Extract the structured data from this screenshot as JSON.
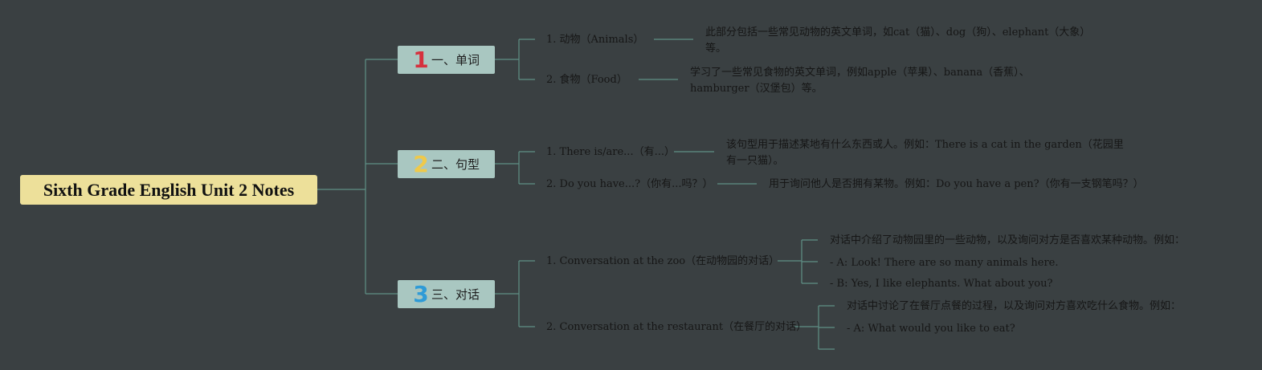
{
  "root": {
    "title": "Sixth Grade English Unit 2 Notes"
  },
  "branches": [
    {
      "number": "1",
      "label": "一、单词",
      "topics": [
        {
          "title": "1. 动物（Animals）",
          "details": [
            "此部分包括一些常见动物的英文单词，如cat（猫）、dog（狗）、elephant（大象）等。"
          ]
        },
        {
          "title": "2. 食物（Food）",
          "details": [
            "学习了一些常见食物的英文单词，例如apple（苹果）、banana（香蕉）、hamburger（汉堡包）等。"
          ]
        }
      ]
    },
    {
      "number": "2",
      "label": "二、句型",
      "topics": [
        {
          "title": "1. There is/are...（有...）",
          "details": [
            "该句型用于描述某地有什么东西或人。例如：There is a cat in the garden（花园里有一只猫）。"
          ]
        },
        {
          "title": "2. Do you have...?（你有...吗？）",
          "details": [
            "用于询问他人是否拥有某物。例如：Do you have a pen?（你有一支钢笔吗？）"
          ]
        }
      ]
    },
    {
      "number": "3",
      "label": "三、对话",
      "topics": [
        {
          "title": "1. Conversation at the zoo（在动物园的对话）",
          "details": [
            "对话中介绍了动物园里的一些动物，以及询问对方是否喜欢某种动物。例如：",
            "- A: Look! There are so many animals here.",
            "- B: Yes, I like elephants. What about you?"
          ]
        },
        {
          "title": "2. Conversation at the restaurant（在餐厅的对话）",
          "details": [
            "对话中讨论了在餐厅点餐的过程，以及询问对方喜欢吃什么食物。例如：",
            "- A: What would you like to eat?",
            ""
          ]
        }
      ]
    }
  ]
}
